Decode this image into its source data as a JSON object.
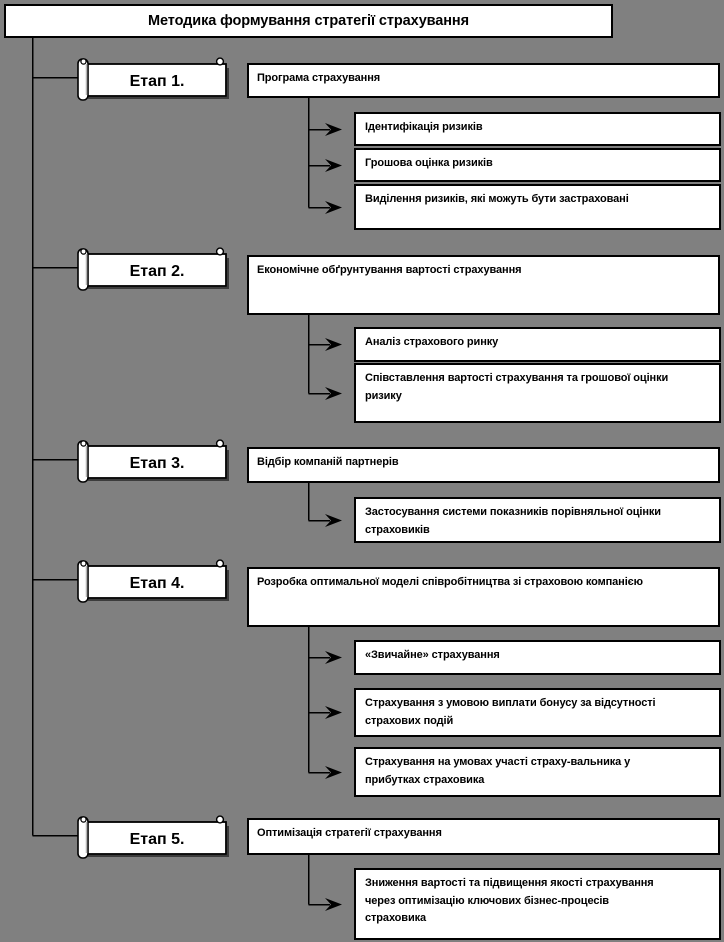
{
  "title": "Методика формування стратегії страхування",
  "stages": [
    {
      "label": "Етап 1.",
      "box": "Програма страхування",
      "subs": [
        "Ідентифікація ризиків",
        "Грошова оцінка ризиків",
        "Виділення ризиків, які можуть бути застраховані"
      ]
    },
    {
      "label": "Етап 2.",
      "box": "Економічне обґрунтування вартості страхування",
      "subs": [
        "Аналіз страхового ринку",
        "Співставлення вартості страхування та грошової оцінки\nризику"
      ]
    },
    {
      "label": "Етап 3.",
      "box": "Відбір компаній партнерів",
      "subs": [
        "Застосування системи показників порівняльної оцінки\nстраховиків"
      ]
    },
    {
      "label": "Етап 4.",
      "box": "Розробка оптимальної моделі співробітництва зі страховою компанією",
      "subs": [
        "«Звичайне» страхування",
        "Страхування з умовою виплати бонусу за відсутності\nстрахових подій",
        "Страхування на умовах участі страху-вальника у\nприбутках страховика"
      ]
    },
    {
      "label": "Етап 5.",
      "box": "Оптимізація стратегії страхування",
      "subs": [
        "Зниження вартості та підвищення якості страхування\nчерез оптимізацію ключових бізнес-процесів\nстраховика"
      ]
    }
  ],
  "colors": {
    "background": "#808080",
    "box_fill": "#ffffff",
    "line": "#000000"
  }
}
